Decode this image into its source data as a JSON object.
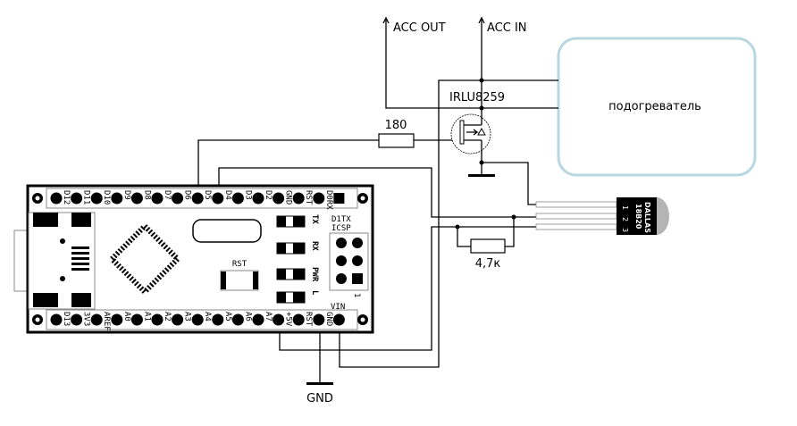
{
  "labels": {
    "acc_out": "ACC OUT",
    "acc_in": "ACC IN",
    "mosfet": "IRLU8259",
    "gate_resistor": "180",
    "pullup_resistor": "4,7к",
    "ground": "GND",
    "heater": "подогреватель"
  },
  "sensor": {
    "brand": "DALLAS",
    "model": "18B20",
    "pins": [
      "1",
      "2",
      "3"
    ],
    "body_color": "#000000",
    "cap_color": "#b4b4b4"
  },
  "board": {
    "top_pins": [
      "D12",
      "D11",
      "D10",
      "D9",
      "D8",
      "D7",
      "D6",
      "D5",
      "D4",
      "D3",
      "D2",
      "GND",
      "RST",
      "D0RX"
    ],
    "bottom_pins": [
      "D13",
      "3V3",
      "AREF",
      "A0",
      "A1",
      "A2",
      "A3",
      "A4",
      "A5",
      "A6",
      "A7",
      "+5V",
      "RST",
      "GND"
    ],
    "vin": "VIN",
    "d1tx": "D1TX",
    "icsp": "ICSP",
    "icsp_pin1": "1",
    "leds": [
      "TX",
      "RX",
      "PWR",
      "L"
    ],
    "reset": "RST"
  },
  "colors": {
    "heater_border": "#b7d7e2",
    "wire": "#000000"
  }
}
